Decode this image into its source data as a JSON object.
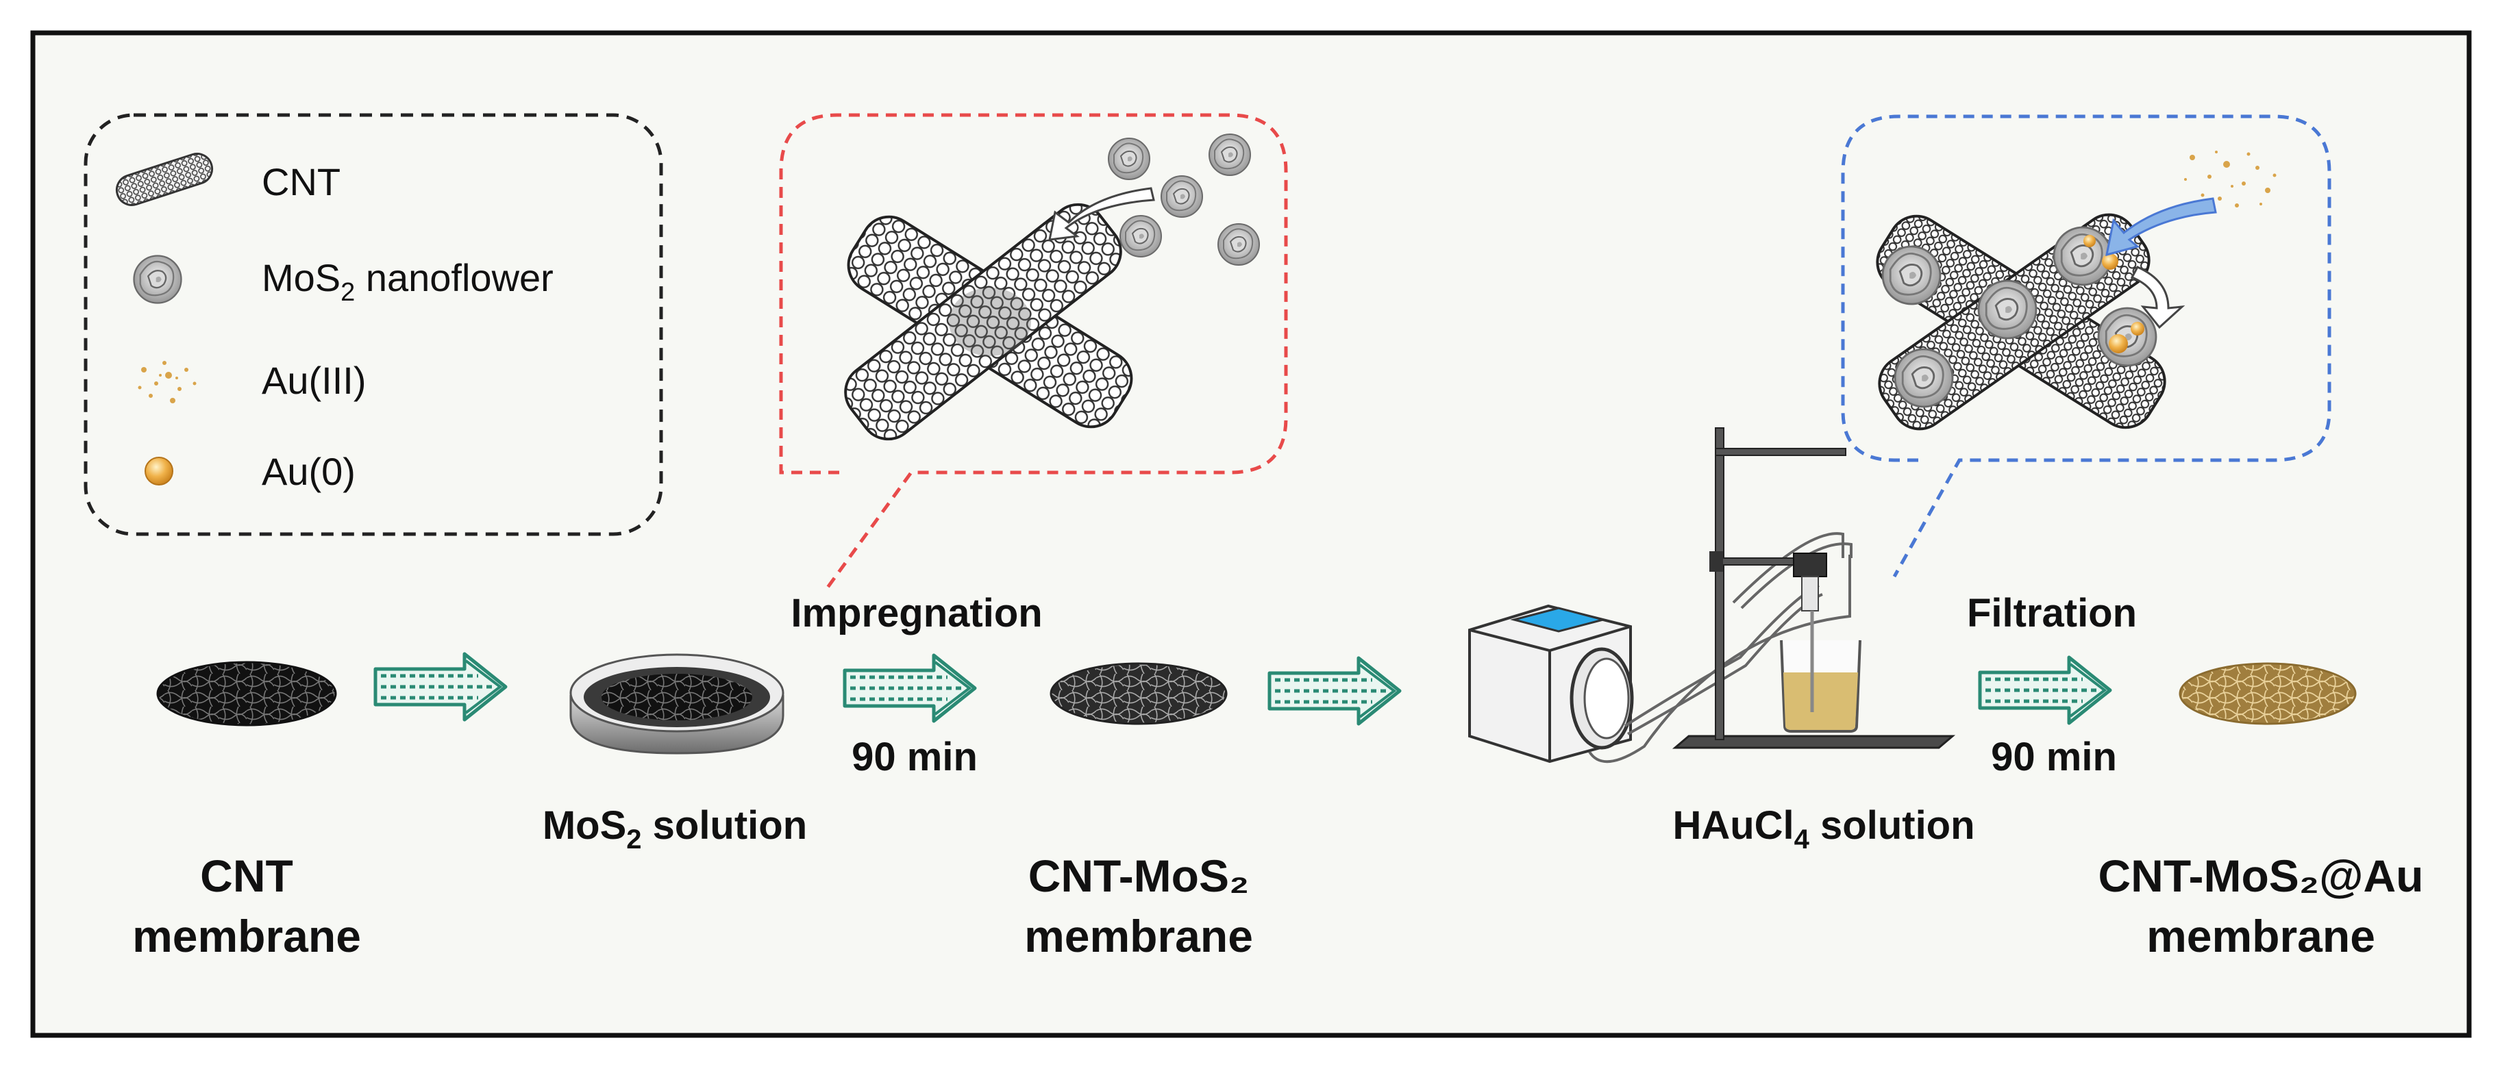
{
  "legend": {
    "items": [
      {
        "icon": "cnt-tube-icon",
        "label": "CNT"
      },
      {
        "icon": "mos2-nanoflower-icon",
        "label": "MoS",
        "sub": "2",
        "tail": " nanoflower"
      },
      {
        "icon": "au3-particles-icon",
        "label": "Au(III)"
      },
      {
        "icon": "au0-sphere-icon",
        "label": "Au(0)"
      }
    ]
  },
  "steps": {
    "cnt_membrane": {
      "line1": "CNT",
      "line2": "membrane"
    },
    "mos2_solution": {
      "main": "MoS",
      "sub": "2",
      "tail": " solution"
    },
    "impregnation": {
      "label": "Impregnation",
      "time": "90 min"
    },
    "cnt_mos2_membrane": {
      "line1": "CNT-MoS₂",
      "line2": "membrane"
    },
    "haucl4_solution": {
      "main": "HAuCl",
      "sub": "4",
      "tail": " solution"
    },
    "filtration": {
      "label": "Filtration",
      "time": "90 min"
    },
    "final_membrane": {
      "line1": "CNT-MoS₂@Au",
      "line2": "membrane"
    }
  },
  "colors": {
    "arrow": "#2a8a74",
    "red_callout": "#e84a4a",
    "blue_callout": "#4a78d4",
    "au": "#e8a53a",
    "gold_membrane": "#b89450",
    "solution": "#d9bd72",
    "screen": "#2aa8e8"
  }
}
